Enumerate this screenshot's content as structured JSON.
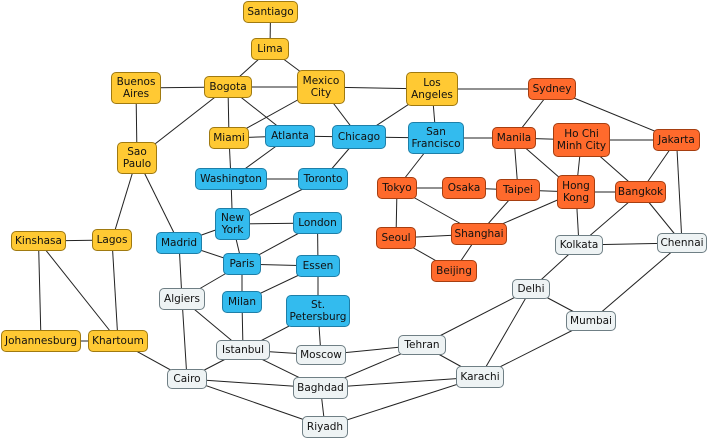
{
  "nodes": {
    "santiago": {
      "label": "Santiago",
      "color": "yellow"
    },
    "lima": {
      "label": "Lima",
      "color": "yellow"
    },
    "buenos-aires": {
      "label": "Buenos\nAires",
      "color": "yellow"
    },
    "bogota": {
      "label": "Bogota",
      "color": "yellow"
    },
    "mexico-city": {
      "label": "Mexico\nCity",
      "color": "yellow"
    },
    "los-angeles": {
      "label": "Los\nAngeles",
      "color": "yellow"
    },
    "sydney": {
      "label": "Sydney",
      "color": "orange"
    },
    "miami": {
      "label": "Miami",
      "color": "yellow"
    },
    "atlanta": {
      "label": "Atlanta",
      "color": "blue"
    },
    "chicago": {
      "label": "Chicago",
      "color": "blue"
    },
    "san-francisco": {
      "label": "San\nFrancisco",
      "color": "blue"
    },
    "manila": {
      "label": "Manila",
      "color": "orange"
    },
    "ho-chi-minh-city": {
      "label": "Ho Chi\nMinh City",
      "color": "orange"
    },
    "jakarta": {
      "label": "Jakarta",
      "color": "orange"
    },
    "sao-paulo": {
      "label": "Sao\nPaulo",
      "color": "yellow"
    },
    "washington": {
      "label": "Washington",
      "color": "blue"
    },
    "toronto": {
      "label": "Toronto",
      "color": "blue"
    },
    "tokyo": {
      "label": "Tokyo",
      "color": "orange"
    },
    "osaka": {
      "label": "Osaka",
      "color": "orange"
    },
    "taipei": {
      "label": "Taipei",
      "color": "orange"
    },
    "hong-kong": {
      "label": "Hong\nKong",
      "color": "orange"
    },
    "bangkok": {
      "label": "Bangkok",
      "color": "orange"
    },
    "new-york": {
      "label": "New\nYork",
      "color": "blue"
    },
    "london": {
      "label": "London",
      "color": "blue"
    },
    "seoul": {
      "label": "Seoul",
      "color": "orange"
    },
    "shanghai": {
      "label": "Shanghai",
      "color": "orange"
    },
    "kinshasa": {
      "label": "Kinshasa",
      "color": "yellow"
    },
    "lagos": {
      "label": "Lagos",
      "color": "yellow"
    },
    "madrid": {
      "label": "Madrid",
      "color": "blue"
    },
    "kolkata": {
      "label": "Kolkata",
      "color": "grey"
    },
    "chennai": {
      "label": "Chennai",
      "color": "grey"
    },
    "paris": {
      "label": "Paris",
      "color": "blue"
    },
    "essen": {
      "label": "Essen",
      "color": "blue"
    },
    "beijing": {
      "label": "Beijing",
      "color": "orange"
    },
    "algiers": {
      "label": "Algiers",
      "color": "grey"
    },
    "milan": {
      "label": "Milan",
      "color": "blue"
    },
    "st-petersburg": {
      "label": "St.\nPetersburg",
      "color": "blue"
    },
    "delhi": {
      "label": "Delhi",
      "color": "grey"
    },
    "mumbai": {
      "label": "Mumbai",
      "color": "grey"
    },
    "johannesburg": {
      "label": "Johannesburg",
      "color": "yellow"
    },
    "khartoum": {
      "label": "Khartoum",
      "color": "yellow"
    },
    "istanbul": {
      "label": "Istanbul",
      "color": "grey"
    },
    "moscow": {
      "label": "Moscow",
      "color": "grey"
    },
    "tehran": {
      "label": "Tehran",
      "color": "grey"
    },
    "cairo": {
      "label": "Cairo",
      "color": "grey"
    },
    "baghdad": {
      "label": "Baghdad",
      "color": "grey"
    },
    "karachi": {
      "label": "Karachi",
      "color": "grey"
    },
    "riyadh": {
      "label": "Riyadh",
      "color": "grey"
    }
  },
  "edges": [
    [
      "santiago",
      "lima"
    ],
    [
      "lima",
      "bogota"
    ],
    [
      "lima",
      "mexico-city"
    ],
    [
      "buenos-aires",
      "bogota"
    ],
    [
      "buenos-aires",
      "sao-paulo"
    ],
    [
      "bogota",
      "mexico-city"
    ],
    [
      "bogota",
      "miami"
    ],
    [
      "bogota",
      "sao-paulo"
    ],
    [
      "bogota",
      "atlanta"
    ],
    [
      "mexico-city",
      "los-angeles"
    ],
    [
      "mexico-city",
      "miami"
    ],
    [
      "mexico-city",
      "chicago"
    ],
    [
      "los-angeles",
      "sydney"
    ],
    [
      "los-angeles",
      "san-francisco"
    ],
    [
      "los-angeles",
      "chicago"
    ],
    [
      "sydney",
      "manila"
    ],
    [
      "sydney",
      "jakarta"
    ],
    [
      "miami",
      "atlanta"
    ],
    [
      "miami",
      "washington"
    ],
    [
      "atlanta",
      "chicago"
    ],
    [
      "atlanta",
      "washington"
    ],
    [
      "chicago",
      "san-francisco"
    ],
    [
      "chicago",
      "toronto"
    ],
    [
      "san-francisco",
      "manila"
    ],
    [
      "san-francisco",
      "tokyo"
    ],
    [
      "manila",
      "ho-chi-minh-city"
    ],
    [
      "manila",
      "taipei"
    ],
    [
      "manila",
      "hong-kong"
    ],
    [
      "ho-chi-minh-city",
      "jakarta"
    ],
    [
      "ho-chi-minh-city",
      "hong-kong"
    ],
    [
      "ho-chi-minh-city",
      "bangkok"
    ],
    [
      "jakarta",
      "bangkok"
    ],
    [
      "jakarta",
      "chennai"
    ],
    [
      "sao-paulo",
      "madrid"
    ],
    [
      "sao-paulo",
      "lagos"
    ],
    [
      "washington",
      "toronto"
    ],
    [
      "washington",
      "new-york"
    ],
    [
      "toronto",
      "new-york"
    ],
    [
      "tokyo",
      "osaka"
    ],
    [
      "tokyo",
      "seoul"
    ],
    [
      "tokyo",
      "shanghai"
    ],
    [
      "taipei",
      "osaka"
    ],
    [
      "taipei",
      "shanghai"
    ],
    [
      "taipei",
      "hong-kong"
    ],
    [
      "hong-kong",
      "bangkok"
    ],
    [
      "hong-kong",
      "shanghai"
    ],
    [
      "hong-kong",
      "kolkata"
    ],
    [
      "bangkok",
      "kolkata"
    ],
    [
      "bangkok",
      "chennai"
    ],
    [
      "new-york",
      "madrid"
    ],
    [
      "new-york",
      "london"
    ],
    [
      "new-york",
      "paris"
    ],
    [
      "london",
      "paris"
    ],
    [
      "london",
      "essen"
    ],
    [
      "seoul",
      "shanghai"
    ],
    [
      "seoul",
      "beijing"
    ],
    [
      "shanghai",
      "beijing"
    ],
    [
      "kinshasa",
      "lagos"
    ],
    [
      "kinshasa",
      "johannesburg"
    ],
    [
      "kinshasa",
      "khartoum"
    ],
    [
      "lagos",
      "khartoum"
    ],
    [
      "madrid",
      "paris"
    ],
    [
      "madrid",
      "algiers"
    ],
    [
      "kolkata",
      "chennai"
    ],
    [
      "kolkata",
      "delhi"
    ],
    [
      "chennai",
      "mumbai"
    ],
    [
      "paris",
      "essen"
    ],
    [
      "paris",
      "milan"
    ],
    [
      "paris",
      "algiers"
    ],
    [
      "essen",
      "milan"
    ],
    [
      "essen",
      "st-petersburg"
    ],
    [
      "algiers",
      "istanbul"
    ],
    [
      "algiers",
      "cairo"
    ],
    [
      "milan",
      "istanbul"
    ],
    [
      "st-petersburg",
      "istanbul"
    ],
    [
      "st-petersburg",
      "moscow"
    ],
    [
      "delhi",
      "mumbai"
    ],
    [
      "delhi",
      "tehran"
    ],
    [
      "delhi",
      "karachi"
    ],
    [
      "mumbai",
      "karachi"
    ],
    [
      "johannesburg",
      "khartoum"
    ],
    [
      "khartoum",
      "cairo"
    ],
    [
      "istanbul",
      "moscow"
    ],
    [
      "istanbul",
      "cairo"
    ],
    [
      "istanbul",
      "baghdad"
    ],
    [
      "moscow",
      "tehran"
    ],
    [
      "tehran",
      "baghdad"
    ],
    [
      "tehran",
      "karachi"
    ],
    [
      "cairo",
      "baghdad"
    ],
    [
      "cairo",
      "riyadh"
    ],
    [
      "baghdad",
      "karachi"
    ],
    [
      "baghdad",
      "riyadh"
    ],
    [
      "karachi",
      "riyadh"
    ]
  ]
}
